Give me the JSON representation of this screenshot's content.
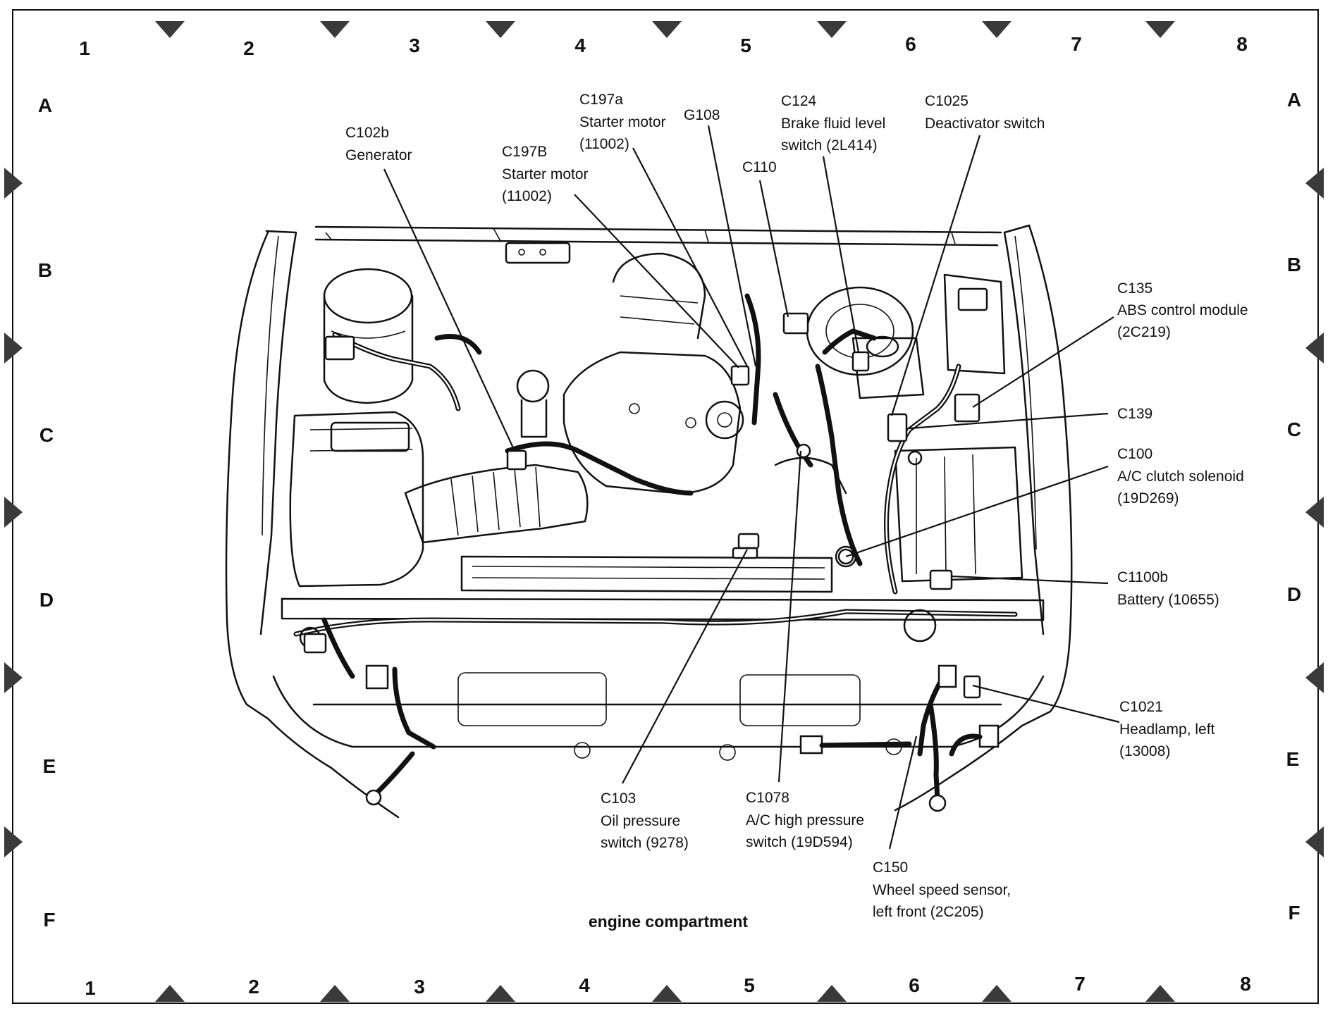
{
  "diagram": {
    "caption": "engine compartment",
    "grid": {
      "columns": [
        "1",
        "2",
        "3",
        "4",
        "5",
        "6",
        "7",
        "8"
      ],
      "rows": [
        "A",
        "B",
        "C",
        "D",
        "E",
        "F"
      ]
    },
    "callouts": {
      "c102b": [
        "C102b",
        "Generator"
      ],
      "c197b": [
        "C197B",
        "Starter motor",
        "(11002)"
      ],
      "c197a": [
        "C197a",
        "Starter motor",
        "(11002)"
      ],
      "g108": [
        "G108"
      ],
      "c110": [
        "C110"
      ],
      "c124": [
        "C124",
        "Brake fluid level",
        "switch (2L414)"
      ],
      "c1025": [
        "C1025",
        "Deactivator switch"
      ],
      "c135": [
        "C135",
        "ABS control module",
        "(2C219)"
      ],
      "c139": [
        "C139"
      ],
      "c100": [
        "C100",
        "A/C clutch solenoid",
        "(19D269)"
      ],
      "c1100b": [
        "C1100b",
        "Battery (10655)"
      ],
      "c1021": [
        "C1021",
        "Headlamp, left",
        "(13008)"
      ],
      "c103": [
        "C103",
        "Oil pressure",
        "switch (9278)"
      ],
      "c1078": [
        "C1078",
        "A/C high pressure",
        "switch (19D594)"
      ],
      "c150": [
        "C150",
        "Wheel speed sensor,",
        "left front (2C205)"
      ]
    }
  }
}
